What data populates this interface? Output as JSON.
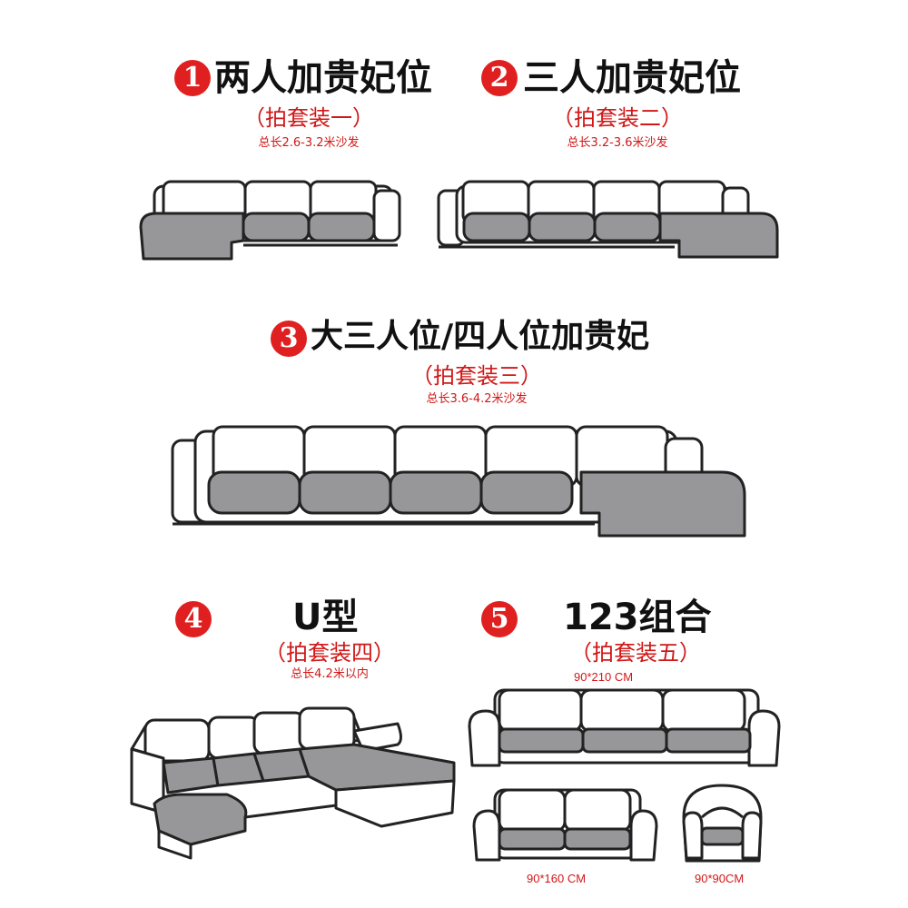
{
  "options": [
    {
      "number": "1",
      "title": "两人加贵妃位",
      "package": "（拍套装一）",
      "length": "总长2.6-3.2米沙发"
    },
    {
      "number": "2",
      "title": "三人加贵妃位",
      "package": "（拍套装二）",
      "length": "总长3.2-3.6米沙发"
    },
    {
      "number": "3",
      "title": "大三人位/四人位加贵妃",
      "package": "（拍套装三）",
      "length": "总长3.6-4.2米沙发"
    },
    {
      "number": "4",
      "title": "U型",
      "package": "（拍套装四）",
      "length": "总长4.2米以内"
    },
    {
      "number": "5",
      "title": "123组合",
      "package": "（拍套装五）",
      "sizes": [
        "90*210 CM",
        "90*160 CM",
        "90*90CM"
      ]
    }
  ],
  "colors": {
    "accent": "#e02020",
    "cushion": "#979799",
    "outline": "#222222"
  }
}
